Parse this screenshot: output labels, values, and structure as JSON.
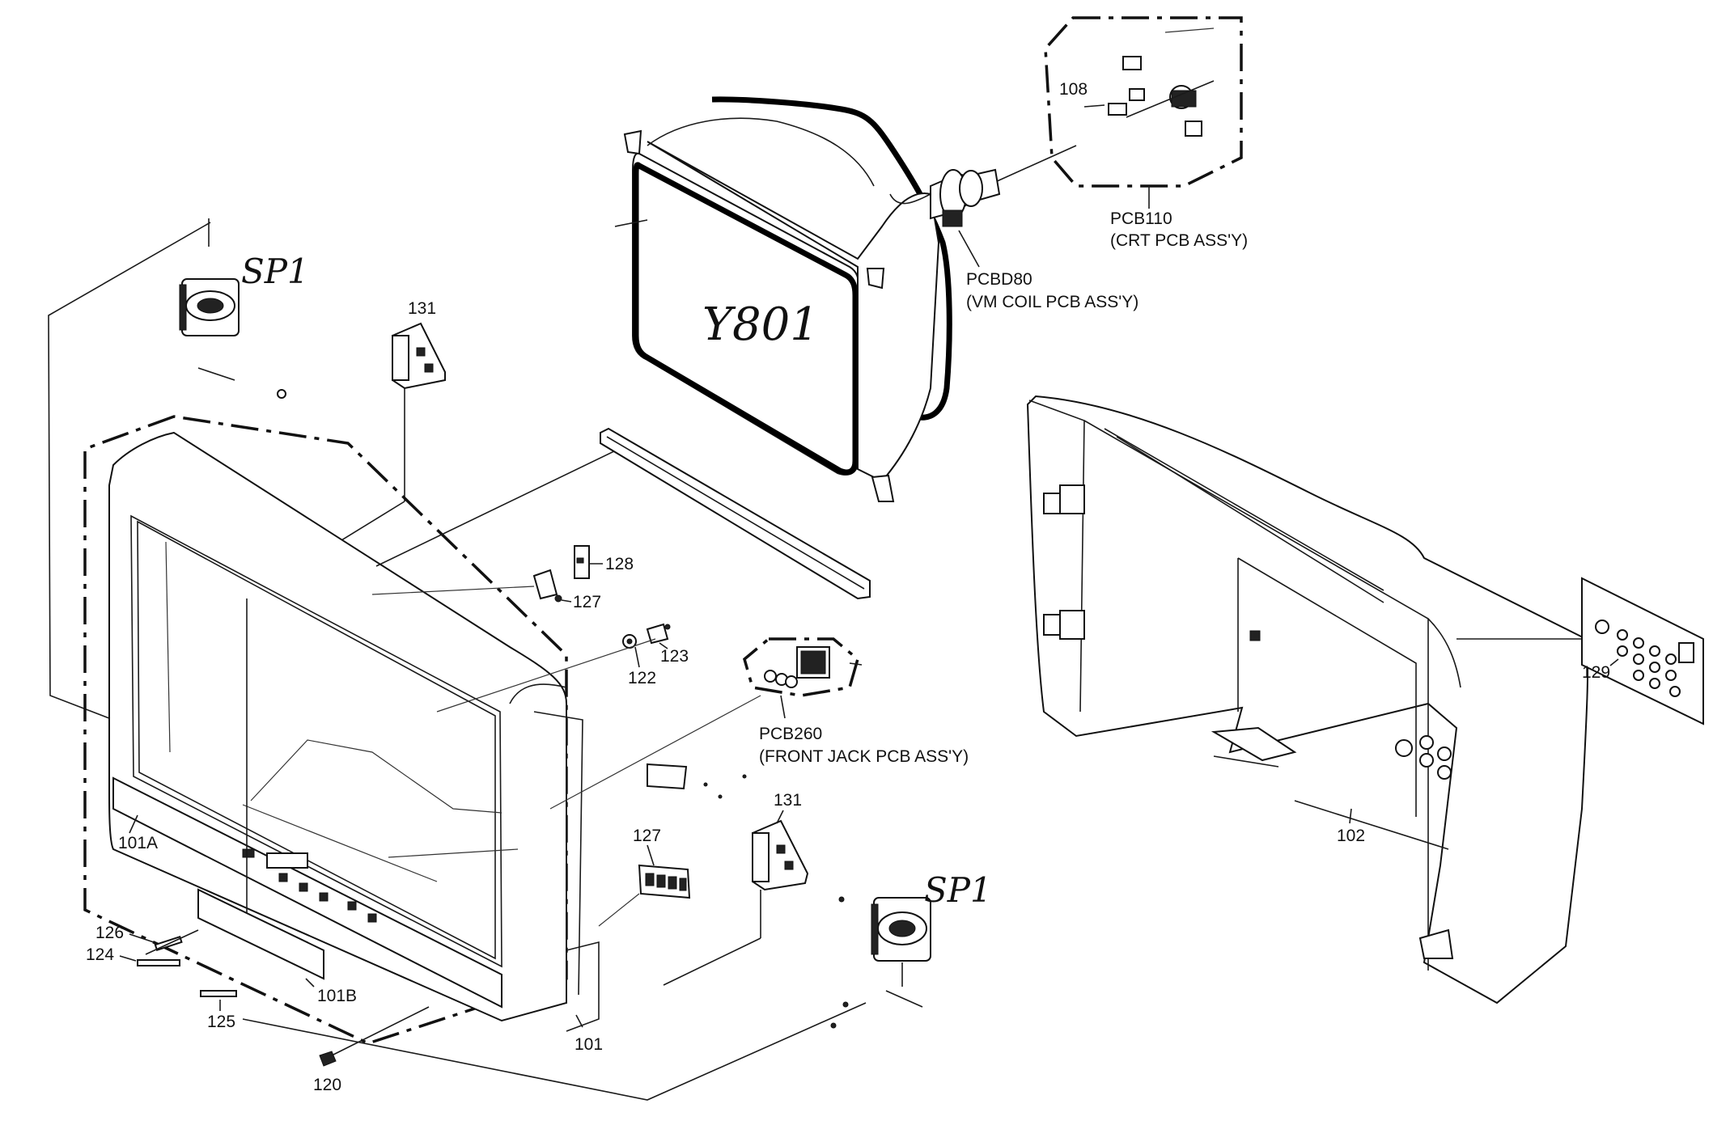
{
  "labels": {
    "pcb110": "PCB110",
    "pcb110_desc": "(CRT PCB ASS'Y)",
    "pcbd80": "PCBD80",
    "pcbd80_desc": "(VM COIL PCB ASS'Y)",
    "pcb260": "PCB260",
    "pcb260_desc": "(FRONT JACK PCB ASS'Y)",
    "p108": "108",
    "p131_top": "131",
    "p131_bottom": "131",
    "p128": "128",
    "p127_top": "127",
    "p127_bottom": "127",
    "p122": "122",
    "p123": "123",
    "p129": "129",
    "p102": "102",
    "p101a": "101A",
    "p101b": "101B",
    "p101": "101",
    "p126": "126",
    "p124": "124",
    "p125": "125",
    "p120": "120"
  },
  "handwritten": {
    "crt": "Y801",
    "speaker_top": "SP1",
    "speaker_bottom": "SP1"
  }
}
